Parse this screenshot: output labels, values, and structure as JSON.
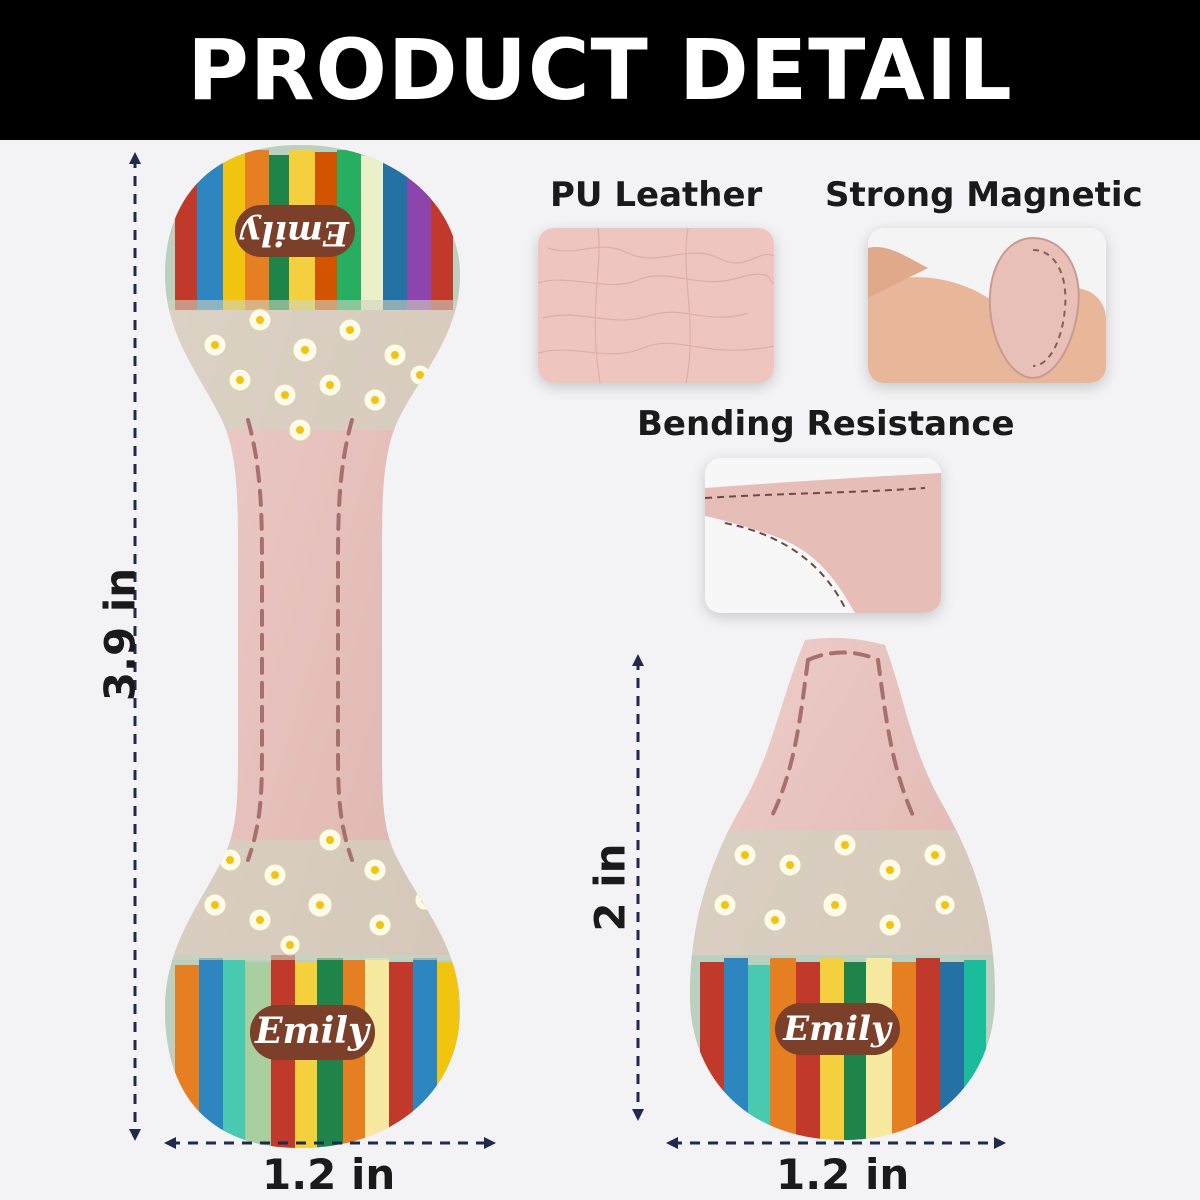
{
  "header": {
    "title": "PRODUCT DETAIL"
  },
  "features": {
    "pu_leather": "PU Leather",
    "strong_magnetic": "Strong Magnetic",
    "bending_resistance": "Bending Resistance"
  },
  "dimensions": {
    "long_height": "3.9 in",
    "long_width": "1.2 in",
    "short_height": "2 in",
    "short_width": "1.2 in"
  },
  "bookmark": {
    "name": "Emily"
  },
  "colors": {
    "header_bg": "#000000",
    "leather_pink": "#e8c3bf",
    "stitch": "#a8706c",
    "arrow": "#1f2b4d"
  }
}
